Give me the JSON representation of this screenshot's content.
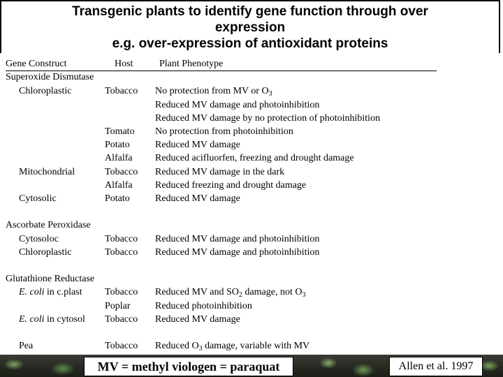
{
  "title": {
    "line1": "Transgenic plants to identify gene function through over",
    "line2": "expression",
    "line3": "e.g. over-expression of antioxidant proteins"
  },
  "headers": {
    "construct": "Gene Construct",
    "host": "Host",
    "phenotype": "Plant Phenotype"
  },
  "sod": {
    "heading": "Superoxide Dismutase",
    "chloroplastic": "Chloroplastic",
    "tobacco": "Tobacco",
    "p1": "No protection from MV or O",
    "p1_sub": "3",
    "p2": "Reduced MV damage and photoinhibition",
    "p3": "Reduced MV damage by no protection of photoinhibition",
    "tomato": "Tomato",
    "p4": "No protection from photoinhibition",
    "potato": "Potato",
    "p5": "Reduced MV damage",
    "alfalfa": "Alfalfa",
    "p6": "Reduced acifluorfen, freezing and drought damage",
    "mitochondrial": "Mitochondrial",
    "mito_host": "Tobacco",
    "p7": "Reduced MV damage in the dark",
    "mito_host2": "Alfalfa",
    "p8": "Reduced freezing and drought damage",
    "cytosolic": "Cytosolic",
    "cyto_host": "Potato",
    "p9": "Reduced MV damage"
  },
  "apx": {
    "heading": "Ascorbate Peroxidase",
    "cytosoloc": "Cytosoloc",
    "host1": "Tobacco",
    "p1": "Reduced MV damage and photoinhibition",
    "chloroplastic": "Chloroplastic",
    "host2": "Tobacco",
    "p2": "Reduced MV damage and photoinhibition"
  },
  "gr": {
    "heading": "Glutathione Reductase",
    "ecoli": "E. coli",
    "in_cplast": " in c.plast",
    "host1": "Tobacco",
    "p1_a": "Reduced MV and SO",
    "p1_sub1": "2",
    "p1_b": " damage, not O",
    "p1_sub2": "3",
    "host2": "Poplar",
    "p2": "Reduced photoinhibition",
    "ecoli2": "E. coli",
    "in_cytosol": " in cytosol",
    "host3": "Tobacco",
    "p3": "Reduced MV damage"
  },
  "pea": {
    "construct": "Pea",
    "host": "Tobacco",
    "p_a": "Reduced O",
    "p_sub": "3",
    "p_b": " damage, variable with MV"
  },
  "footer": {
    "mv_note": "MV = methyl viologen = paraquat",
    "citation": "Allen et al. 1997"
  }
}
